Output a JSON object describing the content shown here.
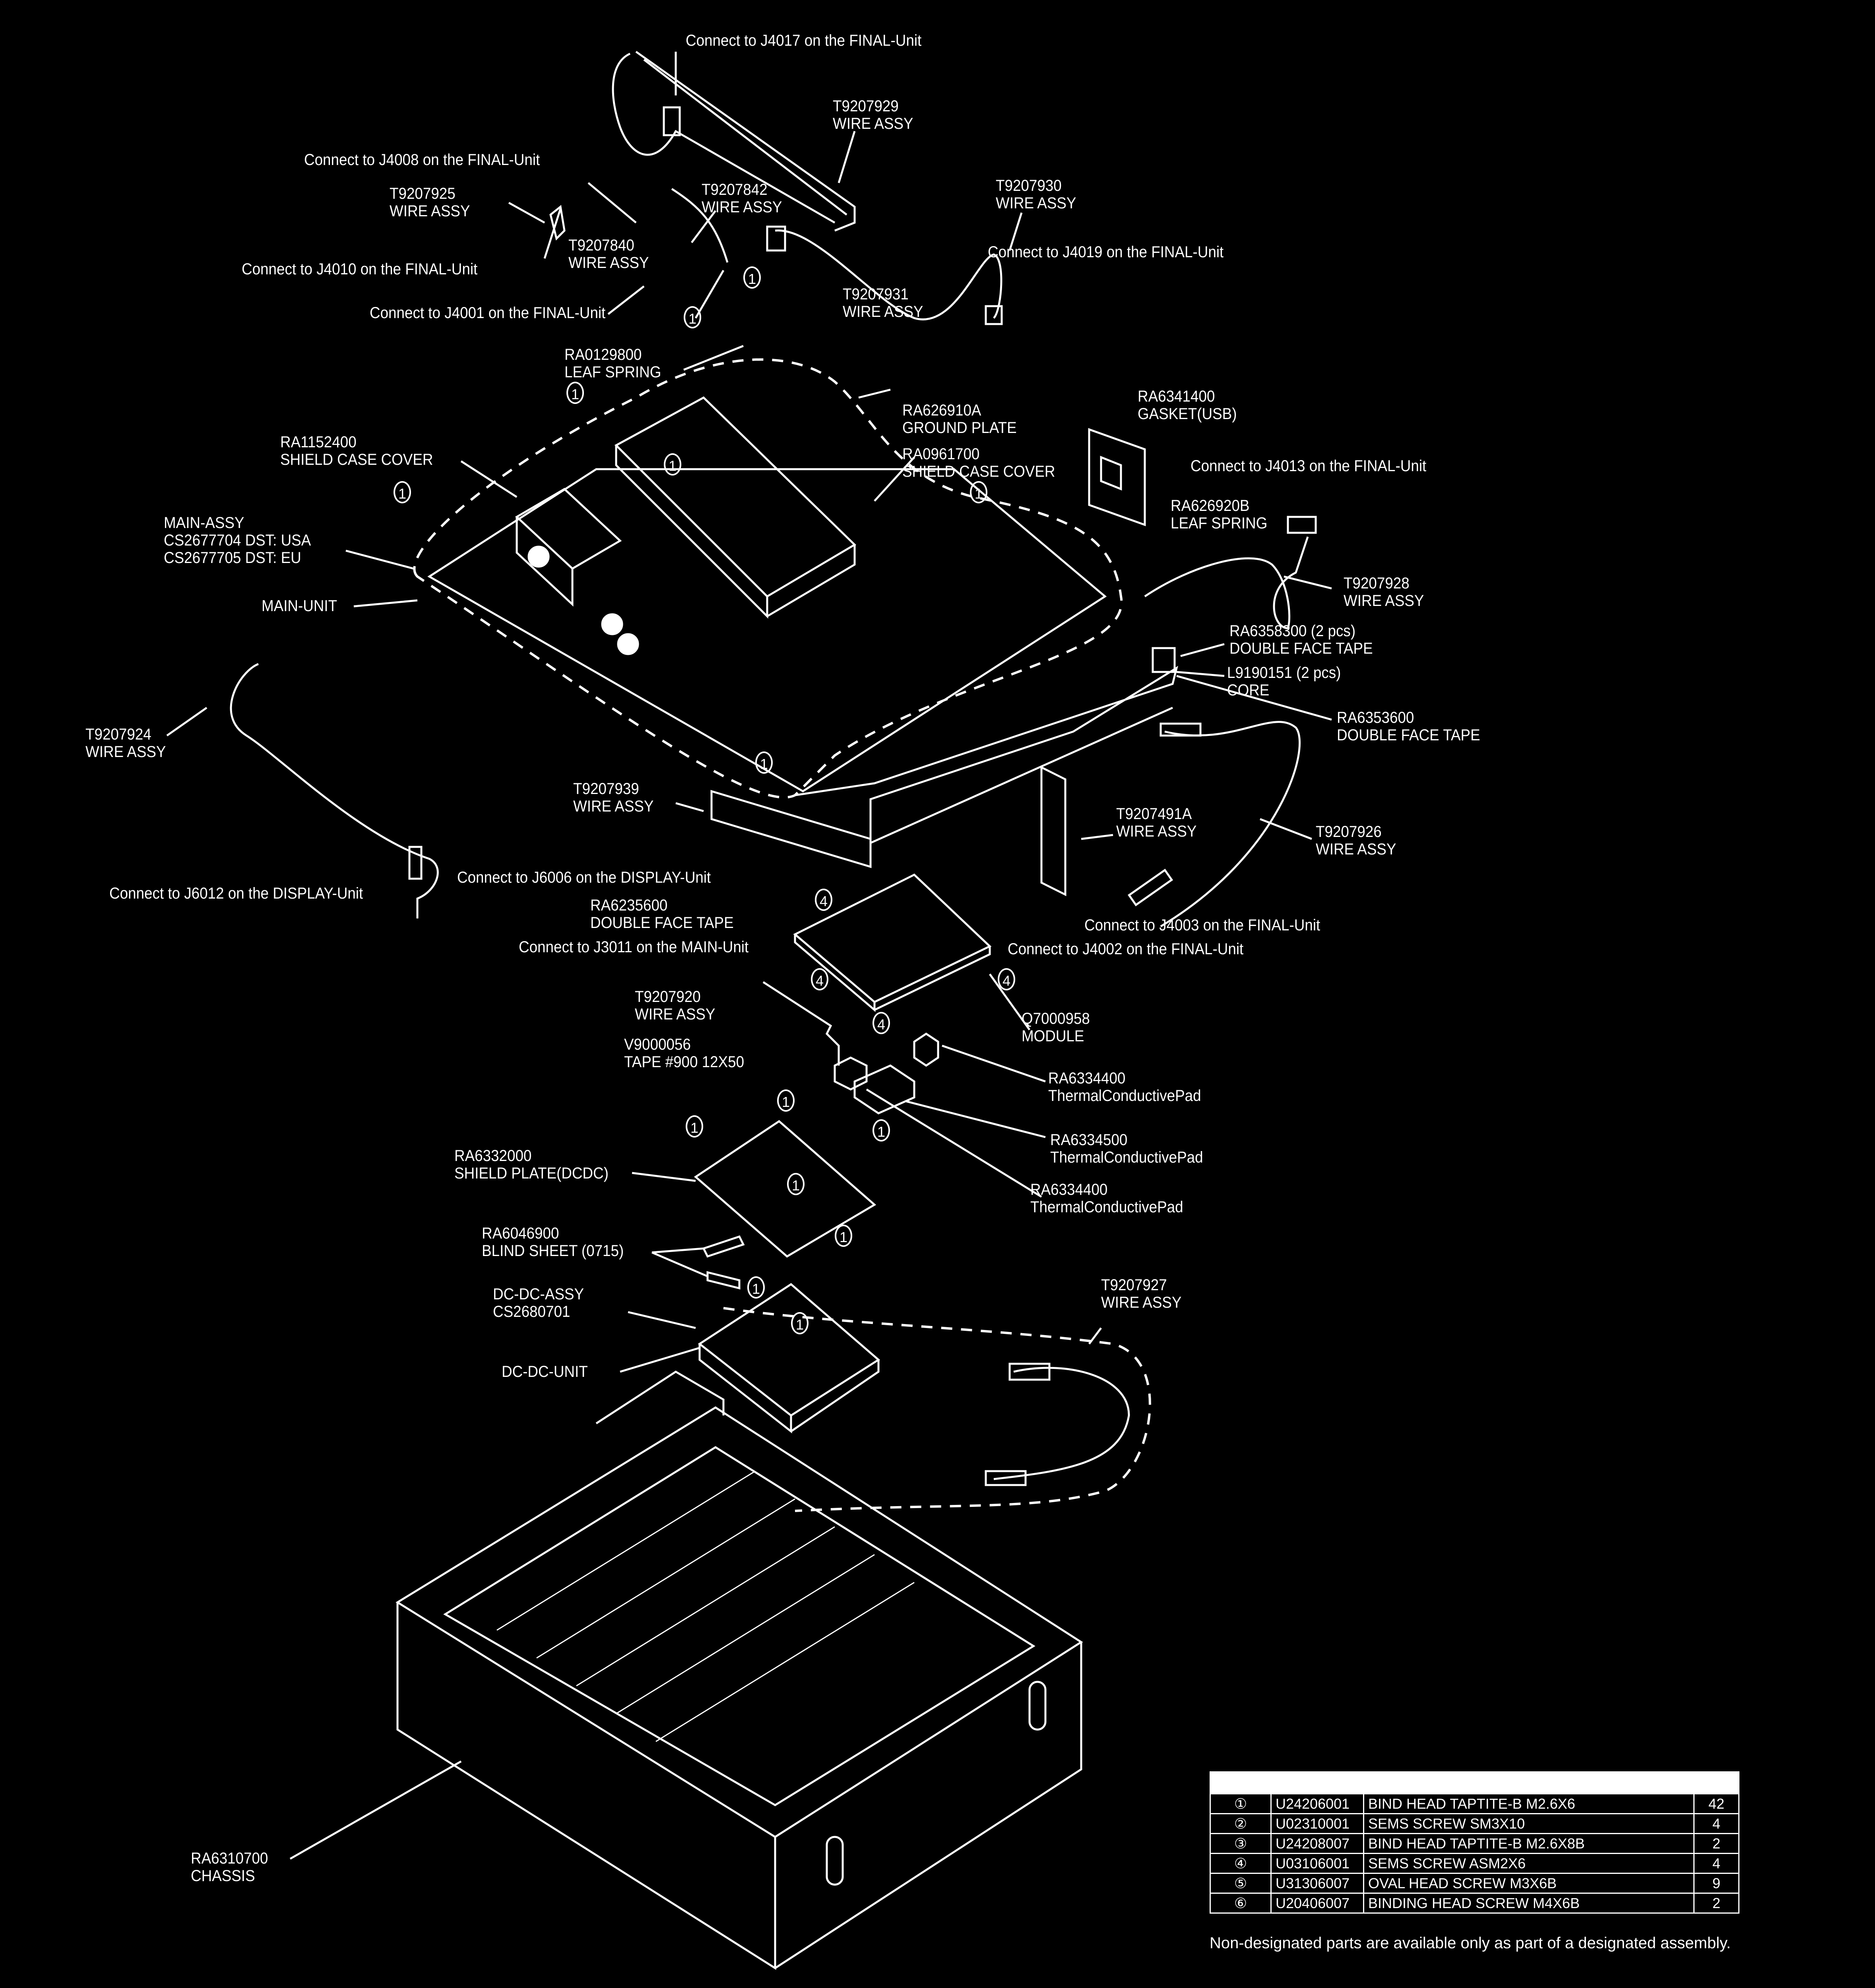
{
  "labels": {
    "connect_j4017": "Connect to J4017 on the FINAL-Unit",
    "t9207929": {
      "part": "T9207929",
      "name": "WIRE ASSY"
    },
    "connect_j4008": "Connect to J4008 on the FINAL-Unit",
    "t9207925": {
      "part": "T9207925",
      "name": "WIRE ASSY"
    },
    "t9207842": {
      "part": "T9207842",
      "name": "WIRE ASSY"
    },
    "t9207930": {
      "part": "T9207930",
      "name": "WIRE ASSY"
    },
    "connect_j4010": "Connect to J4010 on the FINAL-Unit",
    "t9207840": {
      "part": "T9207840",
      "name": "WIRE ASSY"
    },
    "connect_j4019": "Connect to J4019 on the FINAL-Unit",
    "connect_j4001": "Connect to J4001 on the FINAL-Unit",
    "t9207931": {
      "part": "T9207931",
      "name": "WIRE ASSY"
    },
    "ra0129800": {
      "part": "RA0129800",
      "name": "LEAF SPRING"
    },
    "ra626910a": {
      "part": "RA626910A",
      "name": "GROUND PLATE"
    },
    "ra6341400": {
      "part": "RA6341400",
      "name": "GASKET(USB)"
    },
    "ra1152400": {
      "part": "RA1152400",
      "name": "SHIELD CASE COVER"
    },
    "ra0961700": {
      "part": "RA0961700",
      "name": "SHIELD CASE COVER"
    },
    "connect_j4013": "Connect to J4013 on the FINAL-Unit",
    "main_assy": {
      "name": "MAIN-ASSY",
      "usa": "CS2677704  DST: USA",
      "eu": "CS2677705  DST: EU"
    },
    "ra626920b": {
      "part": "RA626920B",
      "name": "LEAF SPRING"
    },
    "main_unit": "MAIN-UNIT",
    "t9207928": {
      "part": "T9207928",
      "name": "WIRE ASSY"
    },
    "ra6358300": {
      "part": "RA6358300 (2 pcs)",
      "name": "DOUBLE FACE TAPE"
    },
    "l9190151": {
      "part": "L9190151 (2 pcs)",
      "name": "CORE"
    },
    "ra6353600": {
      "part": "RA6353600",
      "name": "DOUBLE FACE TAPE"
    },
    "t9207924": {
      "part": "T9207924",
      "name": "WIRE ASSY"
    },
    "t9207939": {
      "part": "T9207939",
      "name": "WIRE ASSY"
    },
    "t9207491a": {
      "part": "T9207491A",
      "name": "WIRE ASSY"
    },
    "t9207926": {
      "part": "T9207926",
      "name": "WIRE ASSY"
    },
    "connect_j6006": "Connect to J6006 on the DISPLAY-Unit",
    "connect_j6012": "Connect to J6012 on the DISPLAY-Unit",
    "ra6235600": {
      "part": "RA6235600",
      "name": "DOUBLE FACE TAPE"
    },
    "connect_j4003": "Connect to J4003 on the FINAL-Unit",
    "connect_j3011": "Connect to J3011 on the MAIN-Unit",
    "connect_j4002": "Connect to J4002 on the FINAL-Unit",
    "t9207920": {
      "part": "T9207920",
      "name": "WIRE ASSY"
    },
    "q7000958": {
      "part": "Q7000958",
      "name": "MODULE"
    },
    "v9000056": {
      "part": "V9000056",
      "name": "TAPE #900 12X50"
    },
    "ra6334400_a": {
      "part": "RA6334400",
      "name": "ThermalConductivePad"
    },
    "ra6334500": {
      "part": "RA6334500",
      "name": "ThermalConductivePad"
    },
    "ra6334400_b": {
      "part": "RA6334400",
      "name": "ThermalConductivePad"
    },
    "ra6332000": {
      "part": "RA6332000",
      "name": "SHIELD PLATE(DCDC)"
    },
    "ra6046900": {
      "part": "RA6046900",
      "name": "BLIND SHEET (0715)"
    },
    "dcdc_assy": {
      "name": "DC-DC-ASSY",
      "part": "CS2680701"
    },
    "dcdc_unit": "DC-DC-UNIT",
    "t9207927": {
      "part": "T9207927",
      "name": "WIRE ASSY"
    },
    "ra6310700": {
      "part": "RA6310700",
      "name": "CHASSIS"
    }
  },
  "screw_tags": {
    "one": "1",
    "four": "4"
  },
  "parts_table": {
    "rows": [
      {
        "no": "①",
        "code": "U24206001",
        "desc": "BIND HEAD TAPTITE-B M2.6X6",
        "qty": "42"
      },
      {
        "no": "②",
        "code": "U02310001",
        "desc": "SEMS SCREW SM3X10",
        "qty": "4"
      },
      {
        "no": "③",
        "code": "U24208007",
        "desc": "BIND HEAD TAPTITE-B M2.6X8B",
        "qty": "2"
      },
      {
        "no": "④",
        "code": "U03106001",
        "desc": "SEMS SCREW ASM2X6",
        "qty": "4"
      },
      {
        "no": "⑤",
        "code": "U31306007",
        "desc": "OVAL HEAD SCREW M3X6B",
        "qty": "9"
      },
      {
        "no": "⑥",
        "code": "U20406007",
        "desc": "BINDING HEAD SCREW M4X6B",
        "qty": "2"
      }
    ],
    "note": "Non-designated parts are available only as part of a designated assembly."
  },
  "colors": {
    "background": "#000000",
    "line": "#ffffff"
  }
}
